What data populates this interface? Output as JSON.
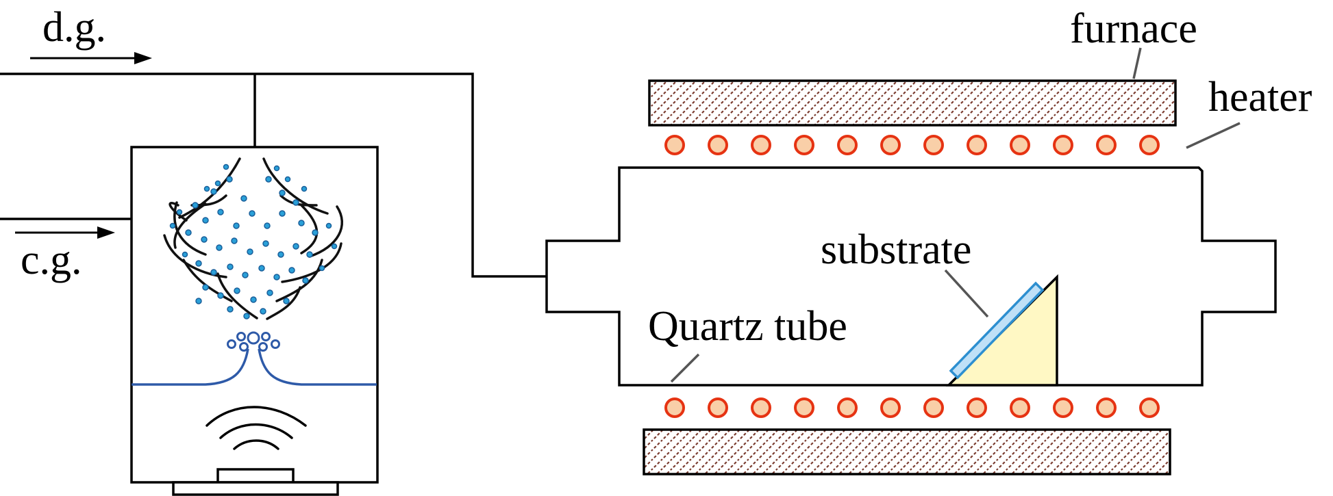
{
  "labels": {
    "dg": "d.g.",
    "cg": "c.g.",
    "furnace": "furnace",
    "heater": "heater",
    "substrate": "substrate",
    "quartz_tube": "Quartz tube"
  },
  "colors": {
    "line": "#000000",
    "heater_fill": "#f9cfa8",
    "heater_stroke": "#e63312",
    "droplet_fill": "#2aa0d8",
    "droplet_stroke": "#1a5f9a",
    "liquid_surface": "#2e5aa8",
    "substrate_holder": "#fff8c4",
    "substrate": "#bfe0f7",
    "substrate_stroke": "#2d8fd0",
    "hatch": "#7a3b2e"
  },
  "counts": {
    "heaters_per_row": 12
  }
}
